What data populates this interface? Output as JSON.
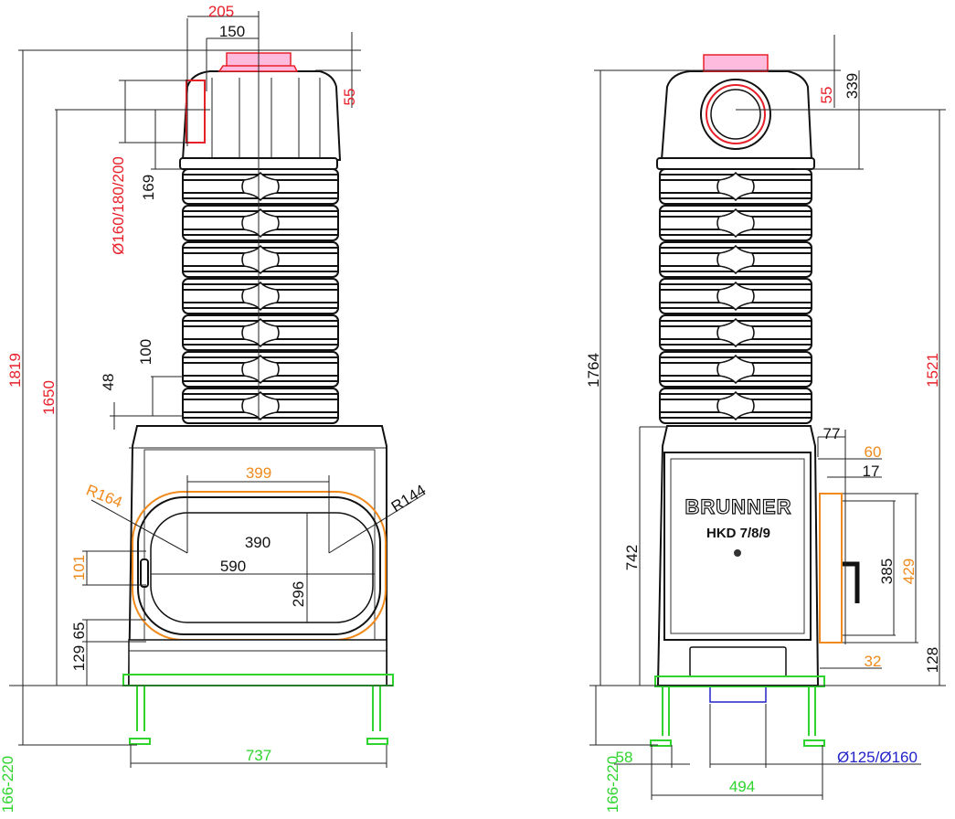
{
  "front_view": {
    "dims": {
      "flue_offset_outer": "205",
      "flue_offset_inner": "150",
      "top_cap_height": "55",
      "flue_center_height": "169",
      "flue_diameters": "Ø160/180/200",
      "ring_height": "100",
      "ring_gap": "48",
      "total_height": "1819",
      "flue_axis_height": "1650",
      "door_width_top": "399",
      "radius_outer": "R164",
      "radius_inner": "R144",
      "glass_width_inner": "390",
      "glass_width": "590",
      "glass_height": "296",
      "door_side": "101",
      "base_step": "65",
      "base_height": "129",
      "leg_span": "737",
      "leg_height": "166-220"
    }
  },
  "side_view": {
    "brand": "BRUNNER",
    "model": "HKD 7/8/9",
    "dims": {
      "top_cap_height": "55",
      "cap_total": "339",
      "total_height": "1764",
      "flue_axis_height": "1521",
      "depth_77": "77",
      "depth_60": "60",
      "depth_17": "17",
      "handle_height": "385",
      "panel_height": "429",
      "body_height": "742",
      "offset_32": "32",
      "base_height": "128",
      "leg_width": "58",
      "air_inlet": "Ø125/Ø160",
      "leg_span": "494",
      "leg_height": "166-220"
    }
  },
  "colors": {
    "red": "#e8202a",
    "orange": "#f08a1c",
    "green": "#2fd42f",
    "blue": "#2222c8"
  }
}
